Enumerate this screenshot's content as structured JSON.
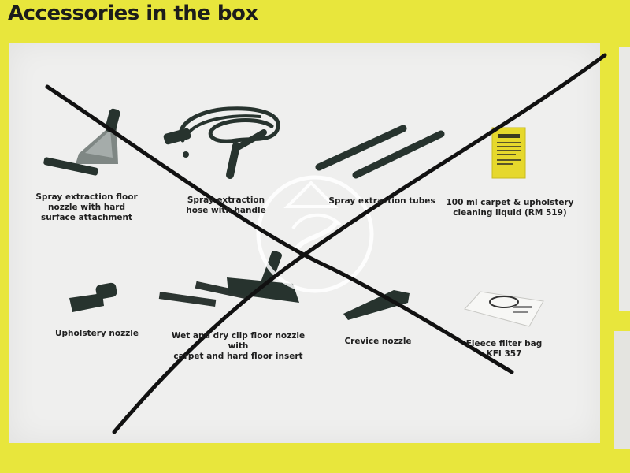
{
  "heading": "Accessories in the box",
  "items": [
    {
      "label": "Spray extraction floor\nnozzle with hard\nsurface attachment",
      "icon": "spray-nozzle-icon"
    },
    {
      "label": "Spray extraction\nhose with handle",
      "icon": "hose-icon"
    },
    {
      "label": "Spray extraction tubes",
      "icon": "tubes-icon"
    },
    {
      "label": "100 ml carpet & upholstery\ncleaning liquid (RM 519)",
      "icon": "cleaning-liquid-icon"
    },
    {
      "label": "Upholstery nozzle",
      "icon": "upholstery-nozzle-icon"
    },
    {
      "label": "Wet and dry clip floor nozzle with\ncarpet and hard floor insert",
      "icon": "floor-nozzle-icon"
    },
    {
      "label": "Crevice nozzle",
      "icon": "crevice-nozzle-icon"
    },
    {
      "label": "Fleece filter bag\nKFI 357",
      "icon": "filter-bag-icon"
    }
  ],
  "colors": {
    "background": "#e8e63c",
    "panel": "#efefee",
    "product": "#27332e",
    "marker": "#111111"
  }
}
